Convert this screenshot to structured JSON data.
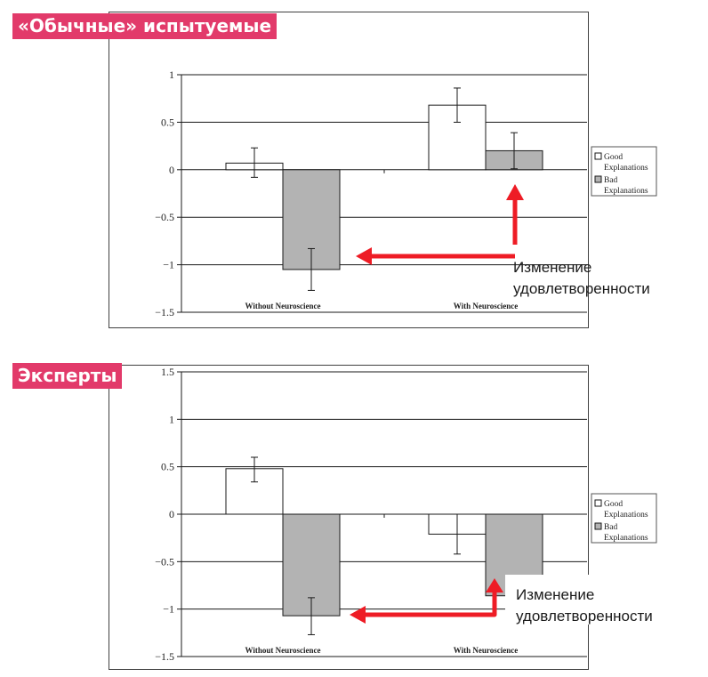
{
  "panels": [
    {
      "tag": "«Обычные» испытуемые"
    },
    {
      "tag": "Эксперты"
    }
  ],
  "chart_data": [
    {
      "type": "bar",
      "categories": [
        "Without Neuroscience",
        "With Neuroscience"
      ],
      "series": [
        {
          "name": "Good Explanations",
          "values": [
            0.07,
            0.68
          ],
          "err_low": [
            -0.08,
            0.5
          ],
          "err_high": [
            0.23,
            0.86
          ],
          "color": "#ffffff"
        },
        {
          "name": "Bad Explanations",
          "values": [
            -1.05,
            0.2
          ],
          "err_low": [
            -1.27,
            0.01
          ],
          "err_high": [
            -0.83,
            0.39
          ],
          "color": "#b3b3b3"
        }
      ],
      "ylim": [
        -1.5,
        1
      ],
      "yticks": [
        "1",
        "0.5",
        "0",
        "−0.5",
        "−1",
        "−1.5"
      ],
      "ytick_values": [
        1,
        0.5,
        0,
        -0.5,
        -1,
        -1.5
      ],
      "grid": true,
      "legend": "right",
      "annotation": {
        "lines": [
          "Изменение",
          "удовлетворенности"
        ],
        "color": "#ee1c25"
      }
    },
    {
      "type": "bar",
      "categories": [
        "Without Neuroscience",
        "With Neuroscience"
      ],
      "series": [
        {
          "name": "Good Explanations",
          "values": [
            0.48,
            -0.21
          ],
          "err_low": [
            0.34,
            -0.42
          ],
          "err_high": [
            0.6,
            0.0
          ],
          "color": "#ffffff"
        },
        {
          "name": "Bad Explanations",
          "values": [
            -1.07,
            -0.86
          ],
          "err_low": [
            -1.27,
            -0.86
          ],
          "err_high": [
            -0.88,
            -0.66
          ],
          "color": "#b3b3b3"
        }
      ],
      "ylim": [
        -1.5,
        1.5
      ],
      "yticks": [
        "1.5",
        "1",
        "0.5",
        "0",
        "−0.5",
        "−1",
        "−1.5"
      ],
      "ytick_values": [
        1.5,
        1,
        0.5,
        0,
        -0.5,
        -1,
        -1.5
      ],
      "grid": true,
      "legend": "right",
      "annotation": {
        "lines": [
          "Изменение",
          "удовлетворенности"
        ],
        "color": "#ee1c25"
      }
    }
  ]
}
